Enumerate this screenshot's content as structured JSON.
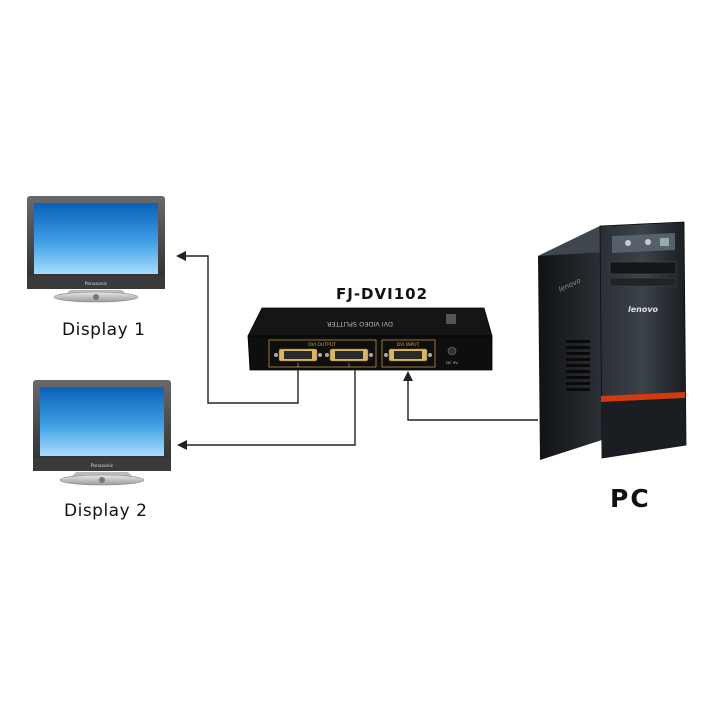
{
  "labels": {
    "display1": "Display 1",
    "display2": "Display 2",
    "model": "FJ-DVI102",
    "pc": "PC"
  },
  "monitor": {
    "brand": "Panasonic"
  },
  "splitter": {
    "top_text": "DVI VIDEO SPLITTER",
    "output_label": "DVI OUTPUT",
    "input_label": "DVI INPUT",
    "port_numbers": [
      "2",
      "1"
    ],
    "power_label": "DC 5V"
  },
  "pc": {
    "brand": "lenovo"
  },
  "colors": {
    "screen_top": "#0a5fb8",
    "screen_bottom": "#9fd8ff",
    "pc_accent": "#d23a10",
    "device_body": "#1c1c1c"
  }
}
